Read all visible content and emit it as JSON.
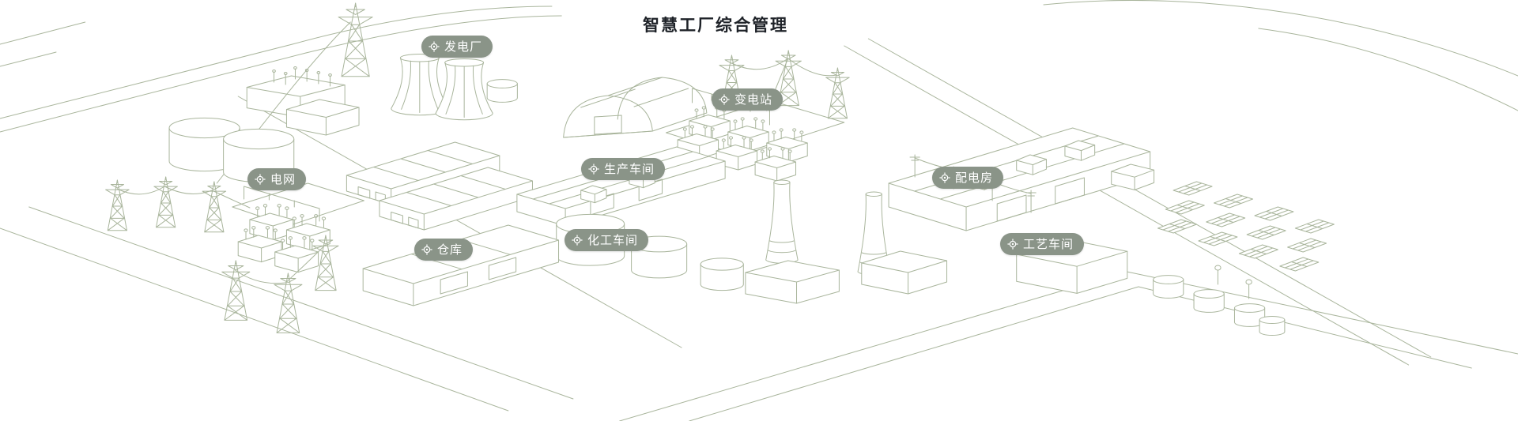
{
  "title": "智慧工厂综合管理",
  "colors": {
    "background": "#ffffff",
    "line_art": "#a9b59c",
    "marker_bg": "#8a9488",
    "marker_text": "#ffffff",
    "title_text": "#1e2228"
  },
  "icons": {
    "marker": "locate-icon"
  },
  "markers": [
    {
      "id": "power-plant",
      "label": "发电厂"
    },
    {
      "id": "substation",
      "label": "变电站"
    },
    {
      "id": "power-grid",
      "label": "电网"
    },
    {
      "id": "production-workshop",
      "label": "生产车间"
    },
    {
      "id": "distribution-room",
      "label": "配电房"
    },
    {
      "id": "warehouse",
      "label": "仓库"
    },
    {
      "id": "chemical-workshop",
      "label": "化工车间"
    },
    {
      "id": "process-workshop",
      "label": "工艺车间"
    }
  ]
}
